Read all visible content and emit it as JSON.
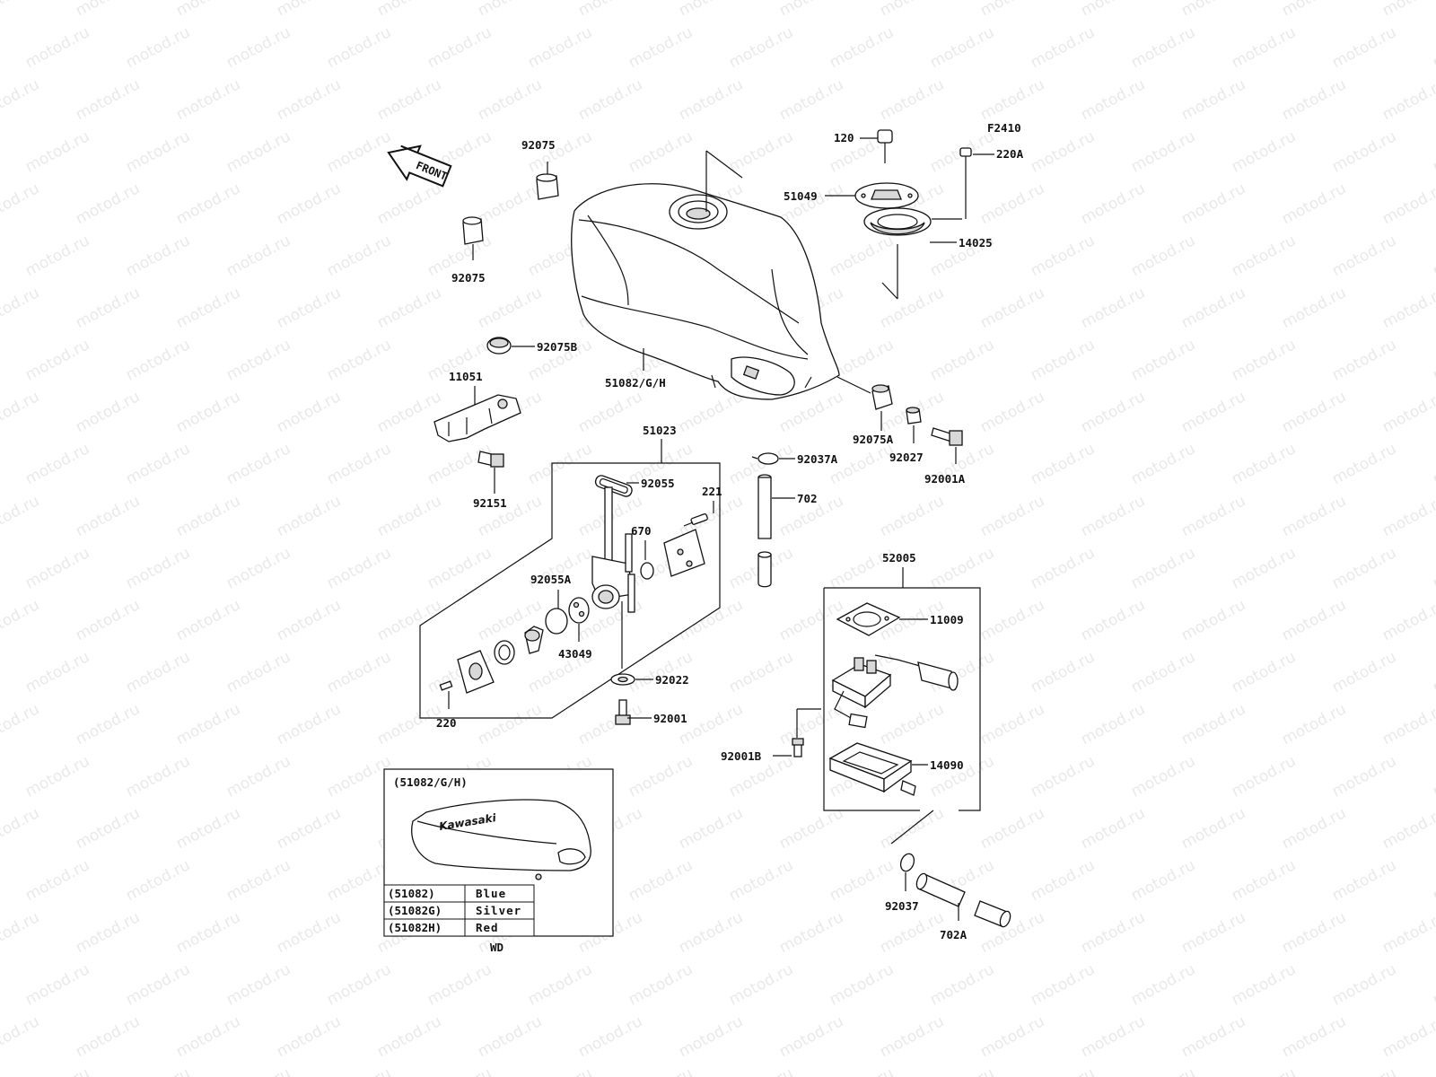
{
  "diagram_code": "F2410",
  "watermark_text": "motod.ru",
  "direction_arrow_label": "FRONT",
  "callouts": {
    "p92075_top": "92075",
    "p92075_bottom": "92075",
    "p92075B": "92075B",
    "p11051": "11051",
    "p92151": "92151",
    "p51082": "51082/G/H",
    "p51023": "51023",
    "p92055": "92055",
    "p221": "221",
    "p670": "670",
    "p92055A": "92055A",
    "p43049": "43049",
    "p92022": "92022",
    "p92001": "92001",
    "p220": "220",
    "p120": "120",
    "p220A": "220A",
    "p51049": "51049",
    "p14025": "14025",
    "p92075A": "92075A",
    "p92027": "92027",
    "p92001A": "92001A",
    "p92037A": "92037A",
    "p702": "702",
    "p52005": "52005",
    "p11009": "11009",
    "p92001B": "92001B",
    "p14090": "14090",
    "p92037": "92037",
    "p702A": "702A"
  },
  "inset": {
    "title": "(51082/G/H)",
    "tank_logo": "Kawasaki",
    "color_table": [
      {
        "code": "(51082)",
        "color": "Blue"
      },
      {
        "code": "(51082G)",
        "color": "Silver"
      },
      {
        "code": "(51082H)",
        "color": "Red"
      }
    ],
    "footer": "WD"
  }
}
